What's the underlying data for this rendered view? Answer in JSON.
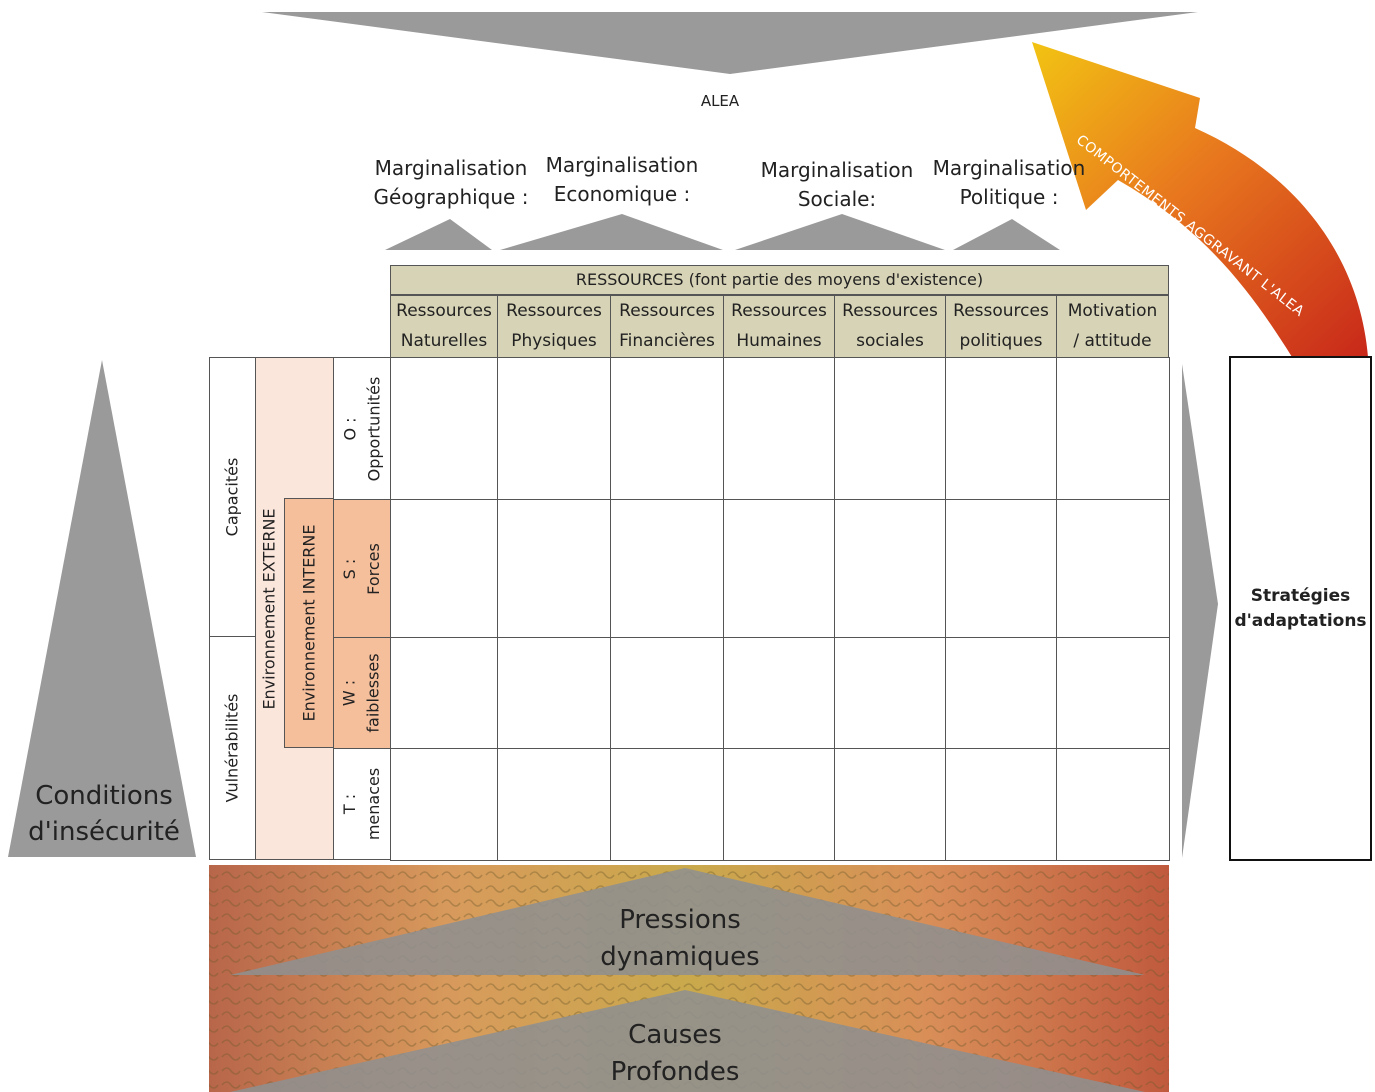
{
  "alea": "ALEA",
  "marginalisations": [
    {
      "line1": "Marginalisation",
      "line2": "Géographique :"
    },
    {
      "line1": "Marginalisation",
      "line2": "Economique :"
    },
    {
      "line1": "Marginalisation",
      "line2": "Sociale:"
    },
    {
      "line1": "Marginalisation",
      "line2": "Politique :"
    }
  ],
  "arrow_label": "COMPORTEMENTS AGGRAVANT L'ALEA",
  "resources_header": "RESSOURCES (font partie des moyens d'existence)",
  "columns": [
    {
      "line1": "Ressources",
      "line2": "Naturelles"
    },
    {
      "line1": "Ressources",
      "line2": "Physiques"
    },
    {
      "line1": "Ressources",
      "line2": "Financières"
    },
    {
      "line1": "Ressources",
      "line2": "Humaines"
    },
    {
      "line1": "Ressources",
      "line2": "sociales"
    },
    {
      "line1": "Ressources",
      "line2": "politiques"
    },
    {
      "line1": "Motivation",
      "line2": "/ attitude"
    }
  ],
  "rows": [
    {
      "line1": "O :",
      "line2": "Opportunités"
    },
    {
      "line1": "S :",
      "line2": "Forces"
    },
    {
      "line1": "W :",
      "line2": "faiblesses"
    },
    {
      "line1": "T :",
      "line2": "menaces"
    }
  ],
  "capacites": "Capacités",
  "vulnerabilites": "Vulnérabilités",
  "env_externe": "Environnement EXTERNE",
  "env_interne": "Environnement INTERNE",
  "strategies": {
    "line1": "Stratégies",
    "line2": "d'adaptations"
  },
  "conditions": {
    "line1": "Conditions",
    "line2": "d'insécurité"
  },
  "pressions": {
    "line1": "Pressions",
    "line2": "dynamiques"
  },
  "causes": {
    "line1": "Causes",
    "line2": "Profondes"
  },
  "colors": {
    "grey_shape": "#9a9a9a",
    "header_fill": "#d7d3b6",
    "externe_fill": "#fbe6dc",
    "interne_fill": "#f6bf9c",
    "arrow_red": "#c8281a",
    "arrow_orange": "#e8781e",
    "arrow_yellow": "#f2c413"
  }
}
